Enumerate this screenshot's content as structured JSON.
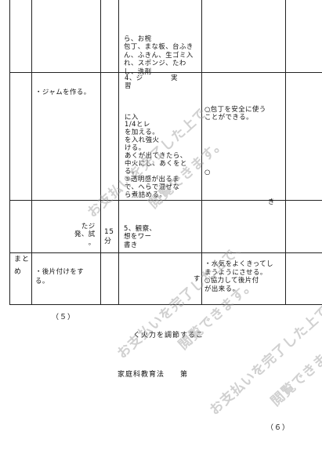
{
  "table": {
    "row1_col3": "ら、お椀\n包丁、まな板、台ふき\nん、ふきん、生ゴミ入\nれ、スポンジ、たわ\nし、洗剤",
    "row2_col1": "・ジャムを作る。",
    "row2_col3": "4、ジ　　　　実\n習　　　\n\n\n\nに入\n1/4とレ\nを加える。\nを入れ強火\nける。\nあくが出てきたら、\n中火にし、あくをと\nる。\n⑤透明感が出るま\nで、へらで混ぜな\nら煮詰める。",
    "row2_col5": "○包丁を安全に使う\nことができる。",
    "row2_col5b": "○",
    "row2_col5c": "き",
    "row3_col1": "たジ\n発、試\n。",
    "row3_col2": "15\n分",
    "row3_col3": "5、観察、\n想をワー\n書き",
    "row4_col0": "まと\nめ",
    "row4_col1": "・後片付けをす\nる。",
    "row4_col3_tail": "す",
    "row4_col5": "・水気をよくきってし\nまうようにさせる。\n○協力して後片付\nが出来る。"
  },
  "footer": {
    "number_left": "（５）",
    "caption": "く火力を調節するこ",
    "author_line": "家庭科教育法　　第",
    "number_right": "（６）"
  },
  "watermark": {
    "line1": "お支払いを完了した上で、",
    "line2": "閲覧できます。"
  }
}
